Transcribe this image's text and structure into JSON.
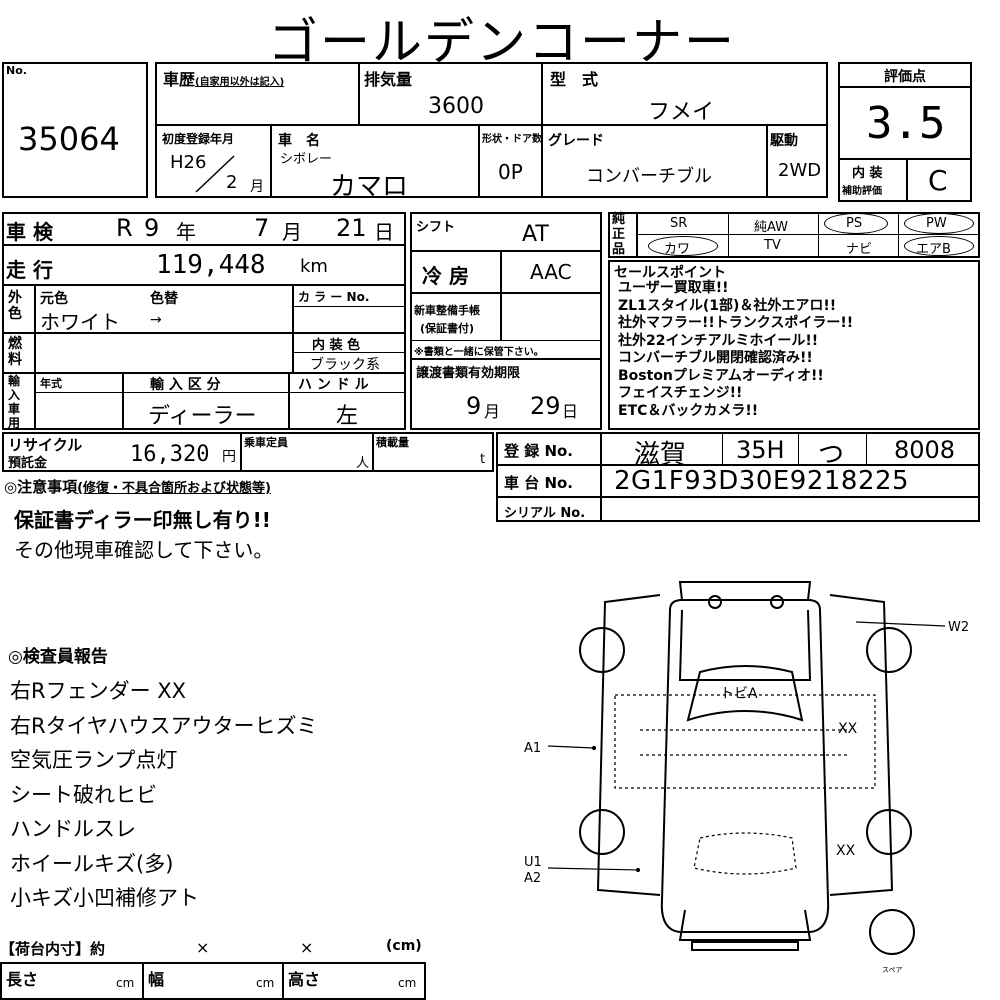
{
  "title": "ゴールデンコーナー",
  "lot": {
    "label": "No.",
    "number": "35064"
  },
  "history": {
    "label": "車歴",
    "note": "(自家用以外は記入)"
  },
  "displacement": {
    "label": "排気量",
    "value": "3600"
  },
  "model": {
    "label": "型　式",
    "value": "フメイ"
  },
  "score": {
    "label": "評価点",
    "value": "3.5",
    "interior_label": "内 装",
    "interior_sub": "補助評価",
    "interior_value": "C"
  },
  "first_reg": {
    "label": "初度登録年月",
    "era_year": "H26",
    "month": "2",
    "month_unit": "月"
  },
  "car_name": {
    "label": "車　名",
    "maker": "シボレー",
    "name": "カマロ"
  },
  "doors": {
    "label": "形状・ドア数",
    "value": "0P"
  },
  "grade": {
    "label": "グレード",
    "value": "コンバーチブル"
  },
  "drive": {
    "label": "駆動",
    "value": "2WD"
  },
  "inspection": {
    "label": "車 検",
    "era": "R",
    "year": "9",
    "year_unit": "年",
    "month": "7",
    "month_unit": "月",
    "day": "21",
    "day_unit": "日"
  },
  "shift": {
    "label": "シフト",
    "value": "AT"
  },
  "mileage": {
    "label": "走 行",
    "value": "119,448",
    "unit": "km"
  },
  "ac": {
    "label": "冷 房",
    "value": "AAC"
  },
  "color": {
    "side_label": "外色",
    "orig_label": "元色",
    "orig_value": "ホワイト",
    "change_label": "色替",
    "change_value": "→",
    "code_label": "カ ラ ー No."
  },
  "fuel": {
    "label": "燃料"
  },
  "interior_color": {
    "label": "内 装 色",
    "value": "ブラック系"
  },
  "new_car_book": {
    "label": "新車整備手帳",
    "sub": "(保証書付)",
    "note": "※書類と一緒に保管下さい。"
  },
  "transfer": {
    "label": "譲渡書類有効期限",
    "month": "9",
    "month_unit": "月",
    "day": "29",
    "day_unit": "日"
  },
  "import": {
    "side_label": "輸入車用",
    "year_label": "年式",
    "type_label": "輸 入 区 分",
    "type_value": "ディーラー",
    "handle_label": "ハ ン ド ル",
    "handle_value": "左"
  },
  "equipment": {
    "side_label": "純正品",
    "row1": [
      "SR",
      "純AW",
      "PS",
      "PW"
    ],
    "row2": [
      "カワ",
      "TV",
      "ナビ",
      "エアB"
    ]
  },
  "sales_points": {
    "label": "セールスポイント",
    "lines": [
      "ユーザー買取車!!",
      "ZL1スタイル(1部)＆社外エアロ!!",
      "社外マフラー!!トランクスポイラー!!",
      "社外22インチアルミホイール!!",
      "コンバーチブル開閉確認済み!!",
      "Bostonプレミアムオーディオ!!",
      "フェイスチェンジ!!",
      "ETC＆バックカメラ!!"
    ]
  },
  "recycle": {
    "label1": "リサイクル",
    "label2": "預託金",
    "value": "16,320",
    "unit": "円"
  },
  "capacity": {
    "label": "乗車定員",
    "unit": "人"
  },
  "load": {
    "label": "積載量",
    "unit": "t"
  },
  "registration": {
    "label": "登 録 No.",
    "region": "滋賀",
    "class": "35H",
    "kana": "つ",
    "number": "8008"
  },
  "chassis": {
    "label": "車 台 No.",
    "value": "2G1F93D30E9218225"
  },
  "serial": {
    "label": "シリアル No."
  },
  "notes": {
    "label": "◎注意事項",
    "sub": "(修復・不具合箇所および状態等)",
    "lines": [
      "保証書ディラー印無し有り!!",
      "その他現車確認して下さい。"
    ]
  },
  "inspector": {
    "label": "◎検査員報告",
    "lines": [
      "右Rフェンダー XX",
      "右Rタイヤハウスアウターヒズミ",
      "空気圧ランプ点灯",
      "シート破れヒビ",
      "ハンドルスレ",
      "ホイールキズ(多)",
      "小キズ小凹補修アト"
    ]
  },
  "cargo": {
    "label": "【荷台内寸】約",
    "times1": "×",
    "times2": "×",
    "unit": "(cm)",
    "length_label": "長さ",
    "width_label": "幅",
    "height_label": "高さ",
    "cm": "cm"
  },
  "diagram": {
    "marks": {
      "w2": "W2",
      "a1": "A1",
      "u1": "U1",
      "a2": "A2",
      "tobi": "トビA",
      "xx1": "XX",
      "xx2": "XX",
      "spare": "スペア"
    }
  }
}
